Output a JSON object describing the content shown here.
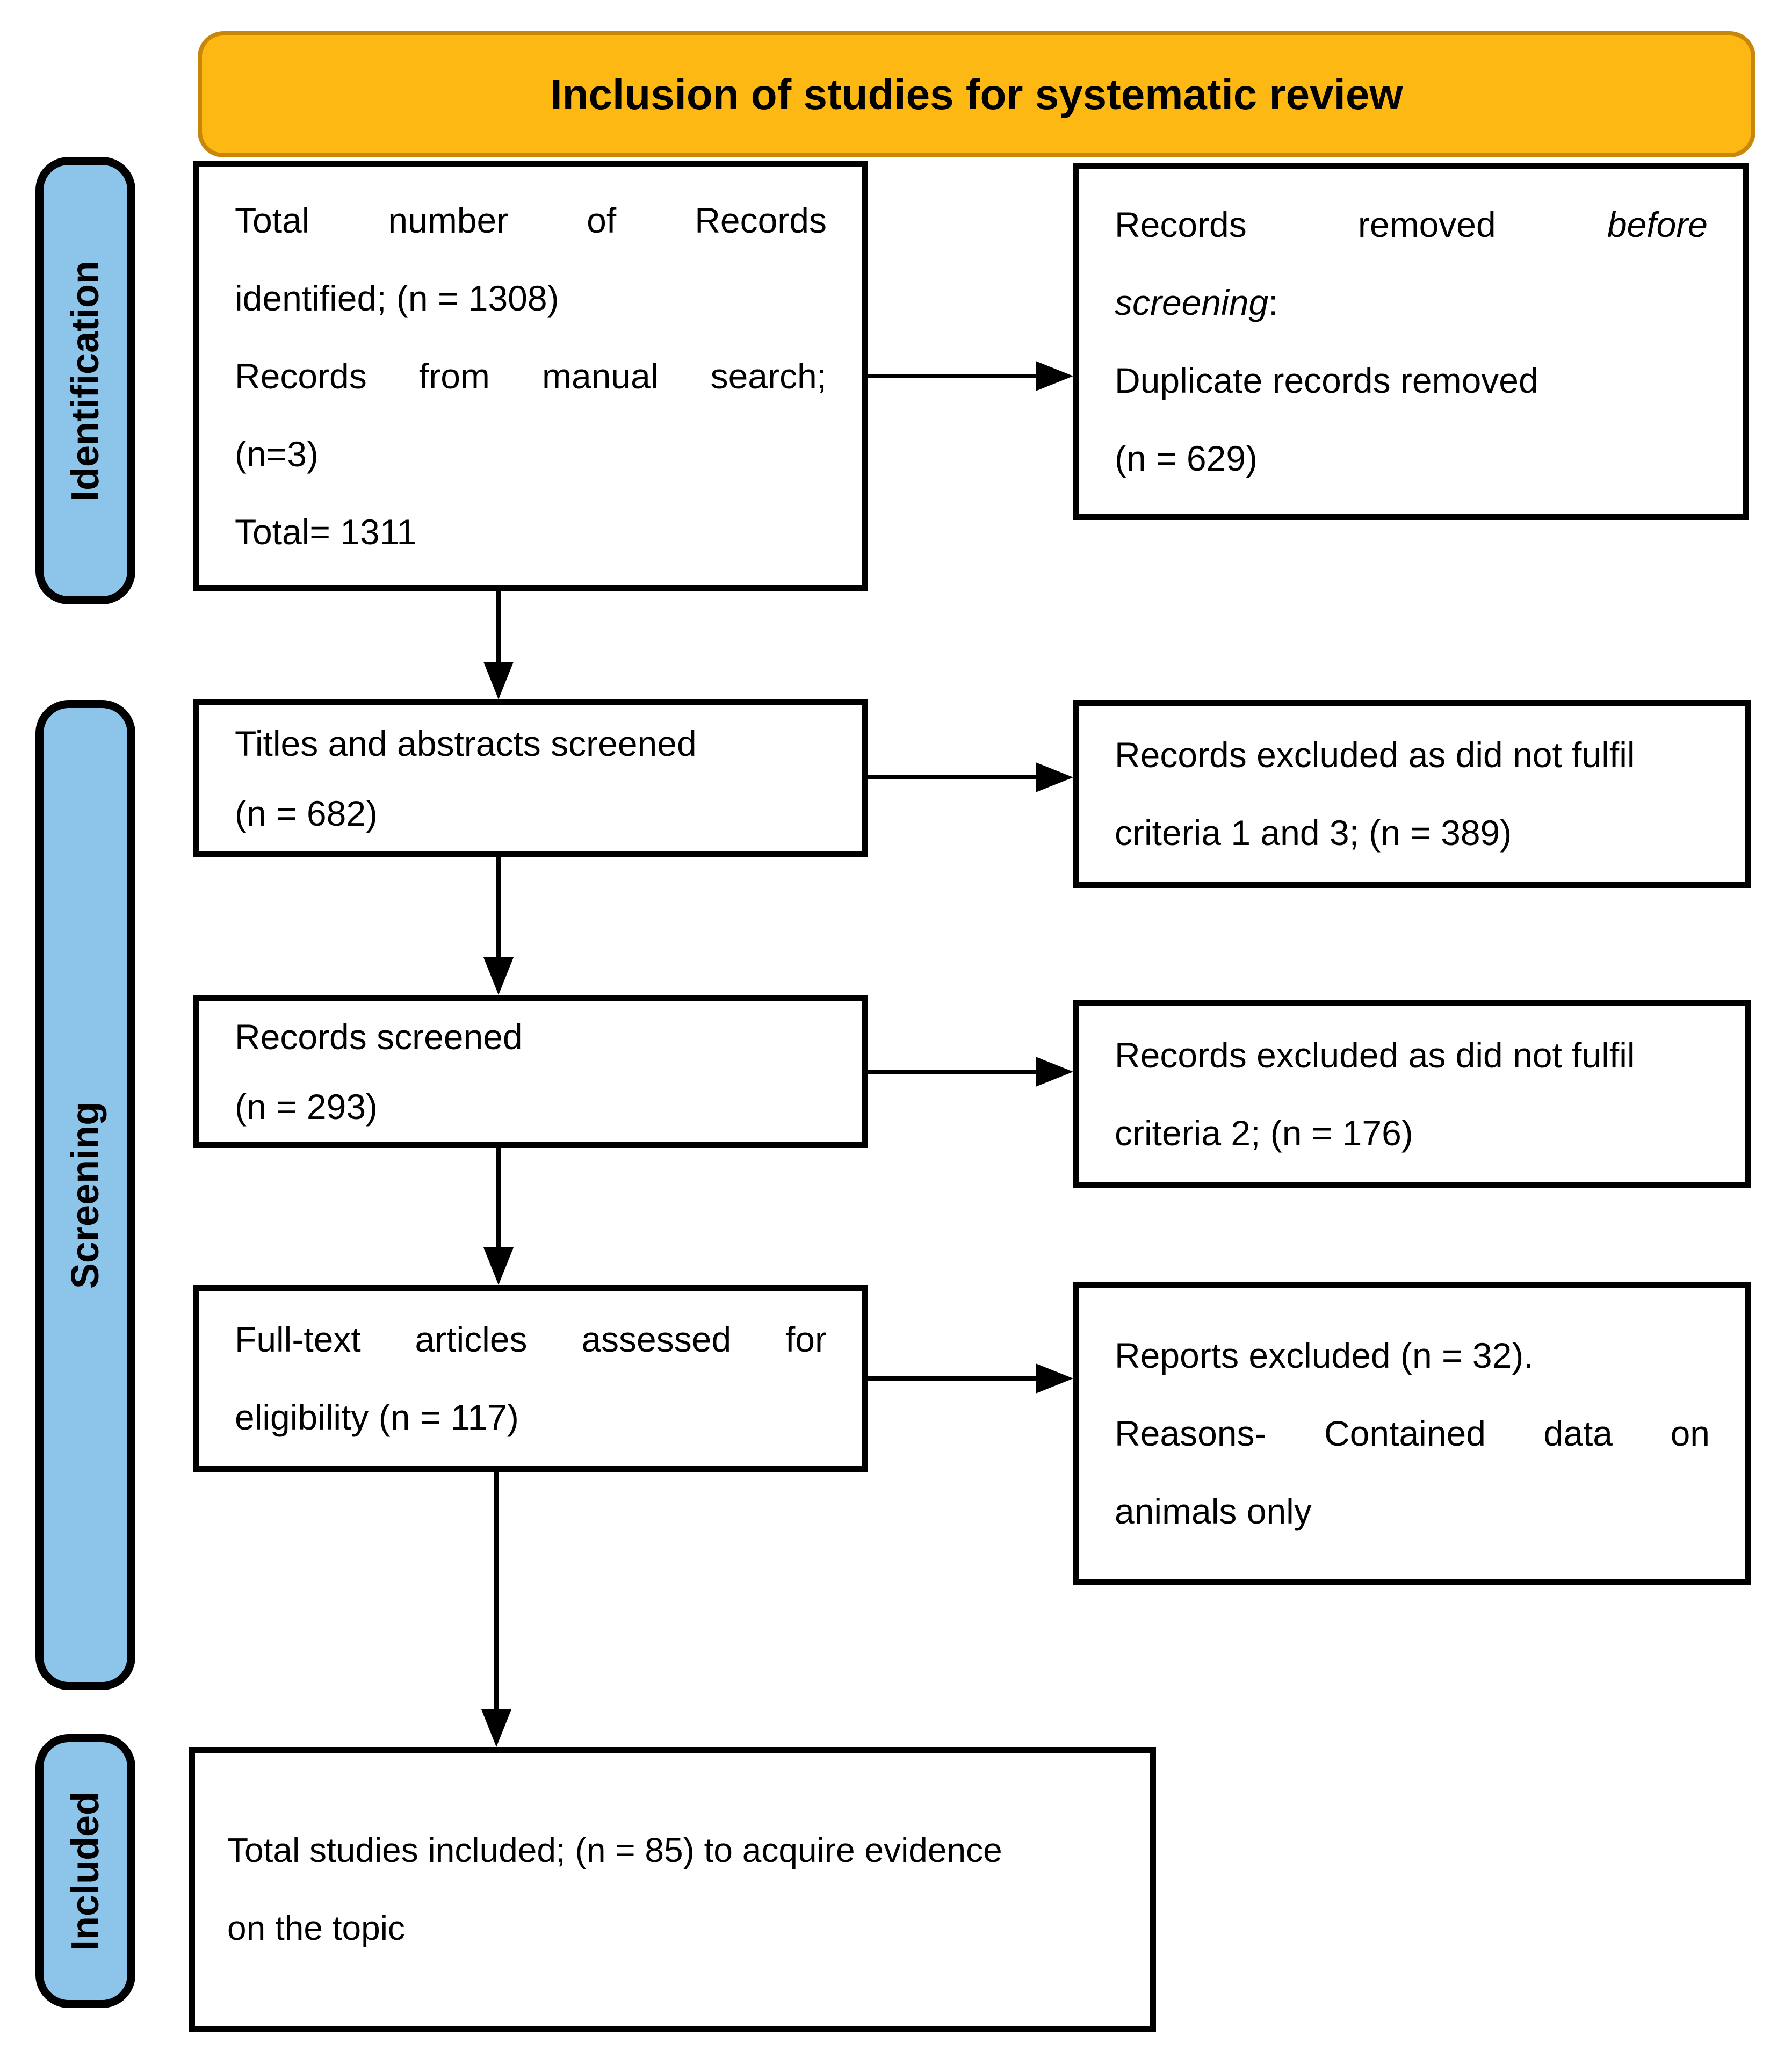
{
  "banner": {
    "title": "Inclusion of studies for systematic review"
  },
  "stages": {
    "identification": "Identification",
    "screening": "Screening",
    "included": "Included"
  },
  "identified_box": {
    "line1": "Total number of Records",
    "line2": "identified; (n = 1308)",
    "line3": "Records from manual search;",
    "line4": "(n=3)",
    "line5": "Total= 1311"
  },
  "removed_box": {
    "line1_word1": "Records",
    "line1_word2": "removed",
    "line1_italic": "before",
    "line2_italic": "screening",
    "line2_suffix": ":",
    "line3": "Duplicate records removed",
    "line4": "(n = 629)"
  },
  "titles_screened_box": {
    "line1": "Titles and abstracts screened",
    "line2": "(n = 682)"
  },
  "excluded_13_box": {
    "line1": "Records excluded as did not fulfil",
    "line2": "criteria 1 and 3; (n = 389)"
  },
  "records_screened_box": {
    "line1": "Records screened",
    "line2": "(n = 293)"
  },
  "excluded_2_box": {
    "line1": "Records excluded as did not fulfil",
    "line2": "criteria 2; (n = 176)"
  },
  "fulltext_box": {
    "line1": "Full-text articles assessed for",
    "line2": "eligibility (n = 117)"
  },
  "reports_excluded_box": {
    "line1": "Reports excluded (n = 32).",
    "line2": "Reasons- Contained data on",
    "line3": "animals only"
  },
  "included_box": {
    "line1": "Total studies included; (n = 85) to acquire evidence",
    "line2": "on the topic"
  },
  "colors": {
    "banner_bg": "#FDB813",
    "banner_border": "#C8860A",
    "stage_bg": "#8DC4EA",
    "box_border": "#000000",
    "text": "#000000"
  }
}
